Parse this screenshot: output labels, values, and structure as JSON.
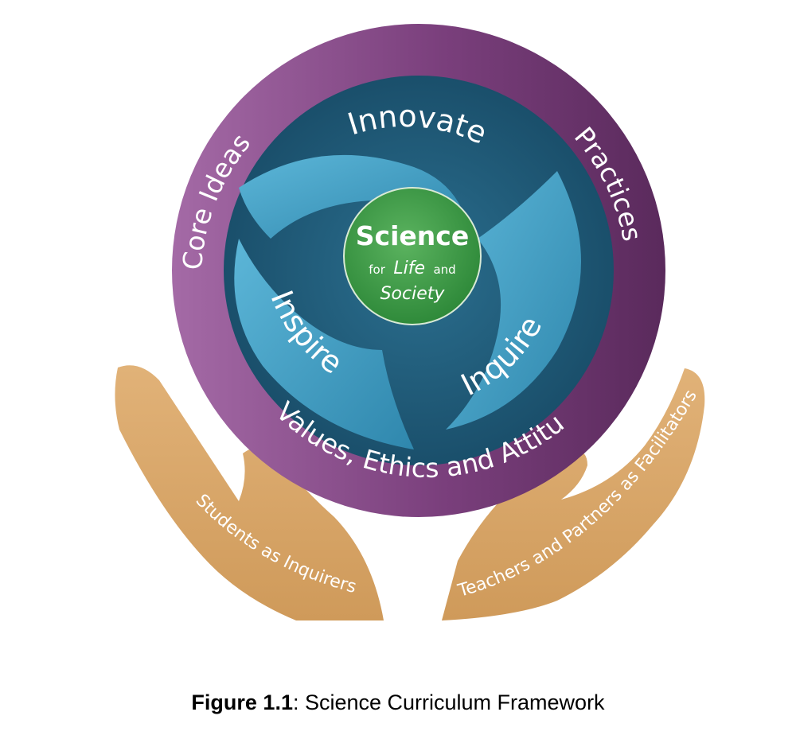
{
  "diagram": {
    "outer_ring": {
      "core_ideas": "Core Ideas",
      "practices": "Practices",
      "values": "Values, Ethics and Attitudes"
    },
    "swirl": {
      "innovate": "Innovate",
      "inspire": "Inspire",
      "inquire": "Inquire"
    },
    "center": {
      "title": "Science",
      "for": "for",
      "life": "Life",
      "and": "and",
      "society": "Society"
    },
    "hands": {
      "left": "Students as Inquirers",
      "right": "Teachers and Partners as Facilitators"
    }
  },
  "caption": {
    "label": "Figure 1.1",
    "text": ": Science Curriculum Framework"
  },
  "colors": {
    "outer_ring_dark": "#5a2a5c",
    "outer_ring_light": "#a46aa6",
    "swirl_dark": "#1d5e7e",
    "swirl_light": "#4fa8cc",
    "center": "#3f9a48",
    "hands": "#d9a667"
  }
}
